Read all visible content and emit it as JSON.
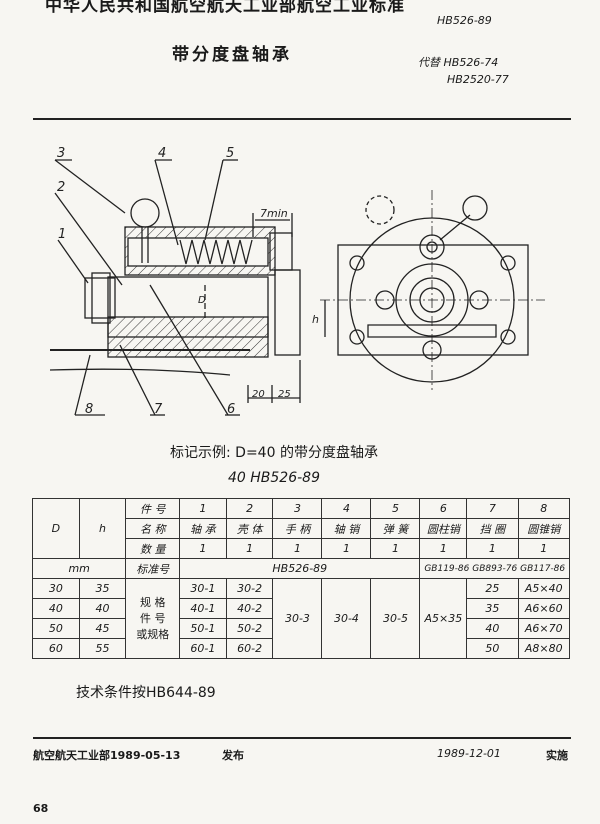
{
  "header": {
    "top_line": "中华人民共和国航空航天工业部航空工业标准",
    "standard_no": "HB526-89",
    "title": "带分度盘轴承",
    "replaces_label": "代替 HB526-74",
    "replaces_2": "HB2520-77"
  },
  "drawing": {
    "labels": [
      "3",
      "4",
      "5",
      "2",
      "1",
      "8",
      "7",
      "6"
    ],
    "dim_7min": "7min",
    "dim_D": "D",
    "dim_h": "h",
    "dim_20": "20",
    "dim_25": "25"
  },
  "example": {
    "line1": "标记示例:   D=40 的带分度盘轴承",
    "line2": "40  HB526-89"
  },
  "table": {
    "col_D": "D",
    "col_h": "h",
    "row_labels": [
      "件 号",
      "名 称",
      "数 量",
      "标准号"
    ],
    "part_nos": [
      "1",
      "2",
      "3",
      "4",
      "5",
      "6",
      "7",
      "8"
    ],
    "names": [
      "轴 承",
      "壳 体",
      "手 柄",
      "轴 销",
      "弹 簧",
      "圆柱销",
      "挡 圈",
      "圆锥销"
    ],
    "qty": [
      "1",
      "1",
      "1",
      "1",
      "1",
      "1",
      "1",
      "1"
    ],
    "unit": "mm",
    "std_hb": "HB526-89",
    "std_gb": "GB119-86 GB893-76 GB117-86",
    "spec_label": "规 格\n件 号\n或规格",
    "rows": [
      {
        "D": "30",
        "h": "35",
        "c1": "30-1",
        "c2": "30-2",
        "c7": "25",
        "c8": "A5×40"
      },
      {
        "D": "40",
        "h": "40",
        "c1": "40-1",
        "c2": "40-2",
        "c7": "35",
        "c8": "A6×60"
      },
      {
        "D": "50",
        "h": "45",
        "c1": "50-1",
        "c2": "50-2",
        "c7": "40",
        "c8": "A6×70"
      },
      {
        "D": "60",
        "h": "55",
        "c1": "60-1",
        "c2": "60-2",
        "c7": "50",
        "c8": "A8×80"
      }
    ],
    "merged_3": "30-3",
    "merged_4": "30-4",
    "merged_5": "30-5",
    "merged_6": "A5×35"
  },
  "tech": "技术条件按HB644-89",
  "footer": {
    "issuer": "航空航天工业部1989-05-13",
    "publish": "发布",
    "impl_date": "1989-12-01",
    "impl": "实施"
  },
  "page_number": "68"
}
